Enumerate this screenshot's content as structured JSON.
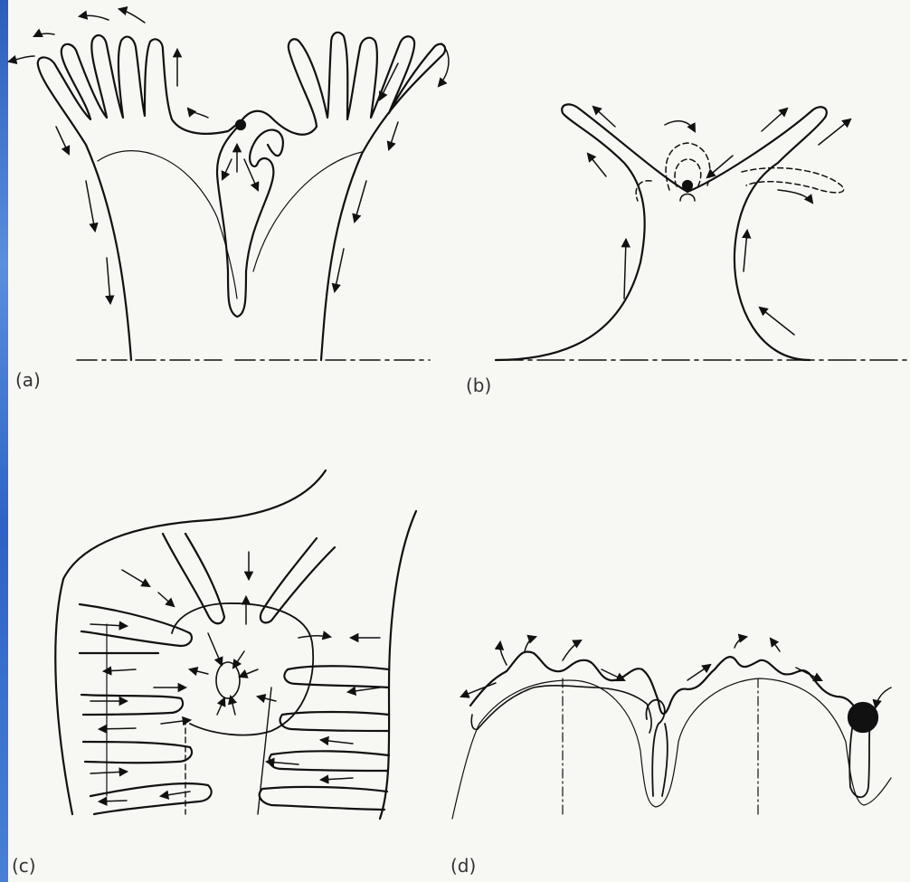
{
  "figure": {
    "panel_labels": {
      "a": "(a)",
      "b": "(b)",
      "c": "(c)",
      "d": "(d)"
    }
  },
  "colors": {
    "ink": "#111111",
    "paper": "#f7f7f4",
    "edge_strip": "#2d63c8"
  }
}
